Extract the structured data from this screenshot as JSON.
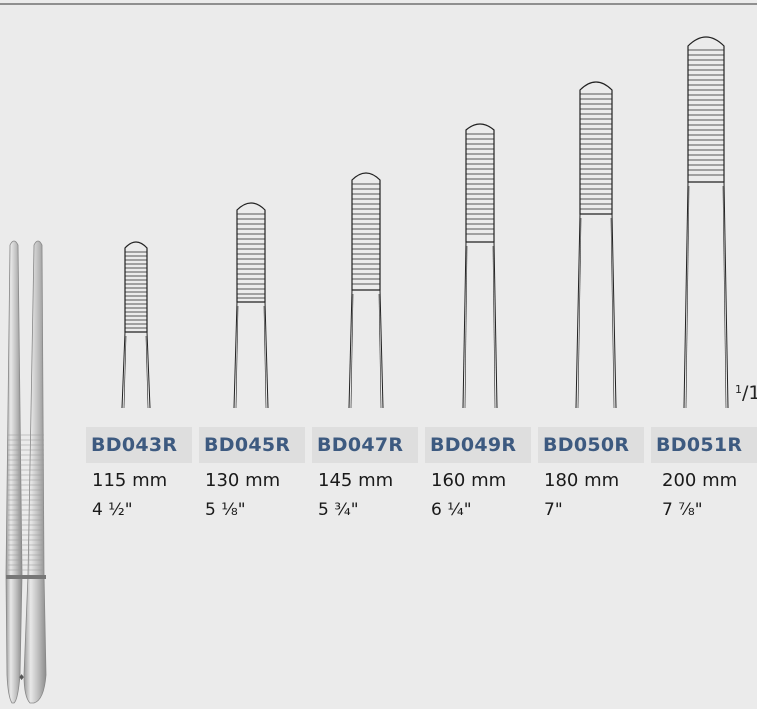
{
  "scale_label": {
    "num": "1",
    "den": "1"
  },
  "products": [
    {
      "code": "BD043R",
      "mm": "115 mm",
      "inch": "4 ½\""
    },
    {
      "code": "BD045R",
      "mm": "130 mm",
      "inch": "5 ⅛\""
    },
    {
      "code": "BD047R",
      "mm": "145 mm",
      "inch": "5 ¾\""
    },
    {
      "code": "BD049R",
      "mm": "160 mm",
      "inch": "6 ¼\""
    },
    {
      "code": "BD050R",
      "mm": "180 mm",
      "inch": "7\""
    },
    {
      "code": "BD051R",
      "mm": "200 mm",
      "inch": "7 ⅞\""
    }
  ],
  "colors": {
    "code_text": "#3d5a80",
    "code_bg": "#dedede",
    "background": "#ebebeb"
  }
}
